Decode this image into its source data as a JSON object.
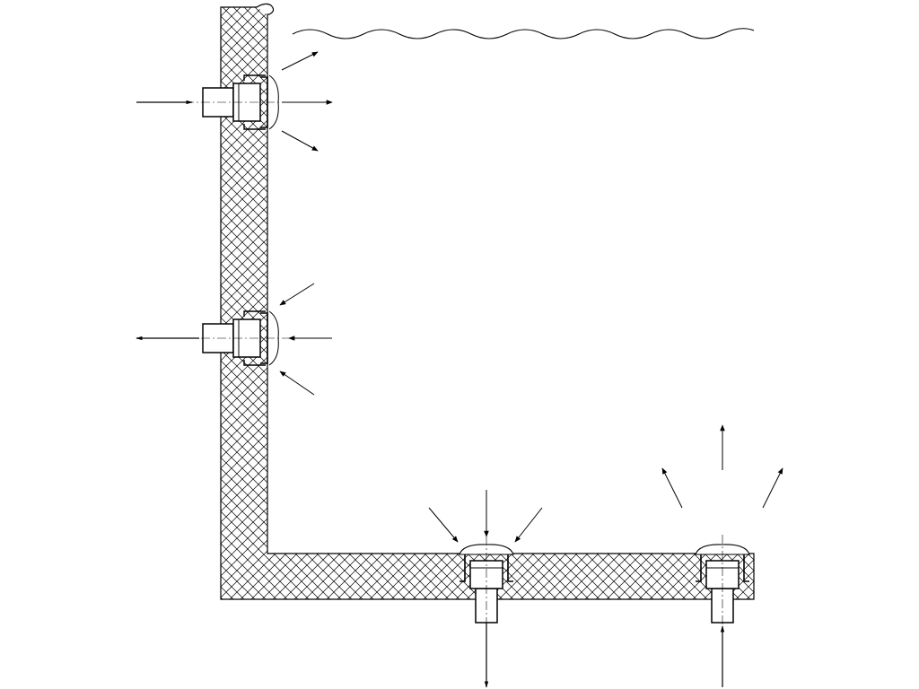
{
  "diagram": {
    "kind": "pool-wall-and-floor-fittings-flow-directions",
    "colors": {
      "background": "#ffffff",
      "line": "#000000"
    },
    "fittings": [
      {
        "name": "wall-inlet-fitting-upper",
        "location": "wall",
        "flow": "inlet"
      },
      {
        "name": "wall-outlet-fitting-lower",
        "location": "wall",
        "flow": "suction"
      },
      {
        "name": "floor-drain-fitting",
        "location": "floor",
        "flow": "suction"
      },
      {
        "name": "floor-inlet-fitting",
        "location": "floor",
        "flow": "inlet"
      }
    ]
  }
}
